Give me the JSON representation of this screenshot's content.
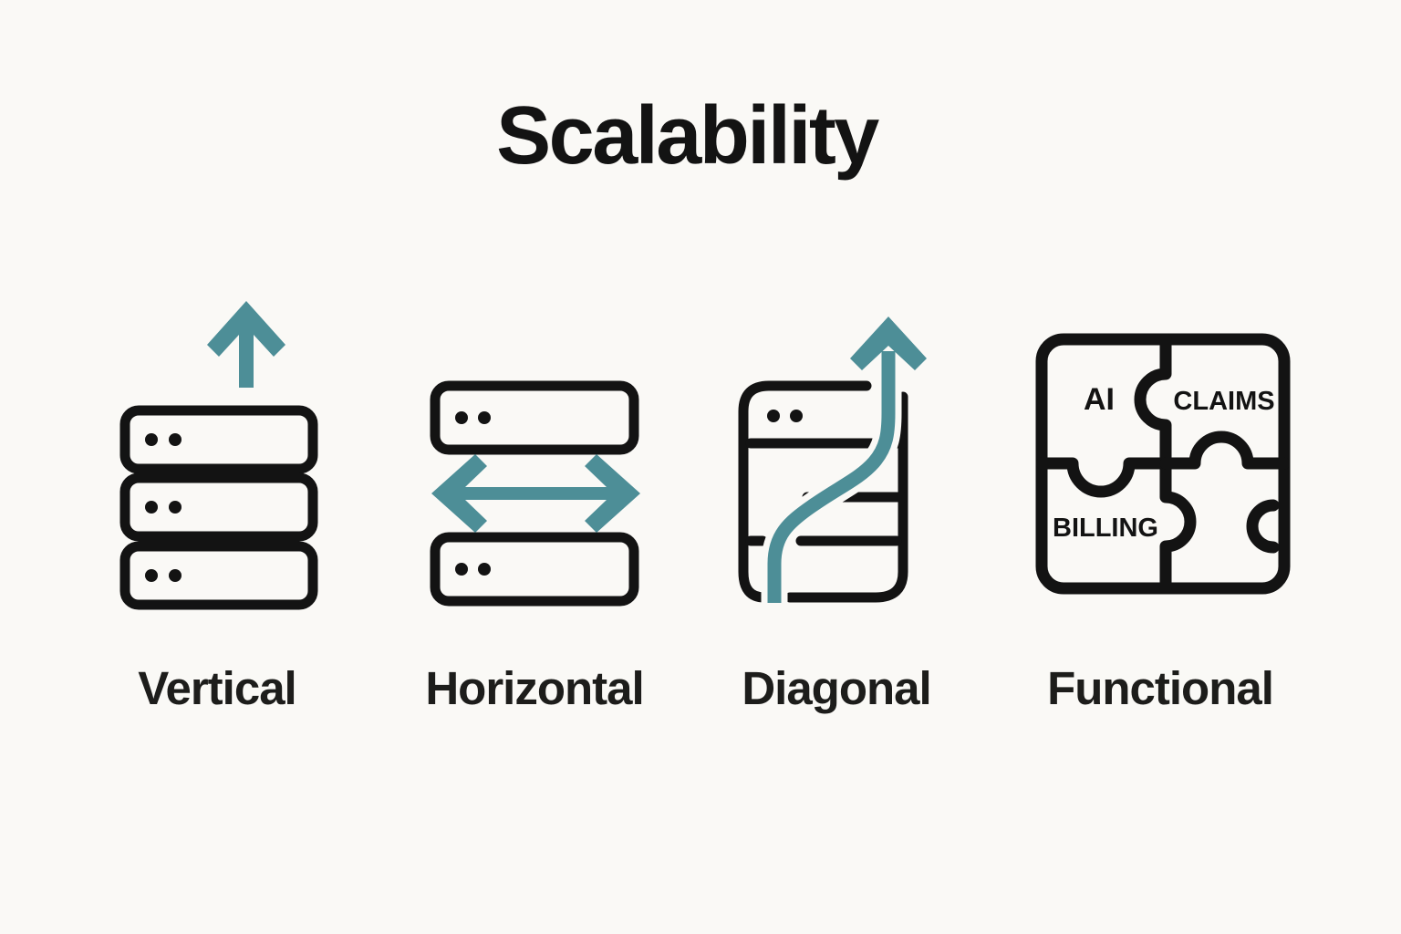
{
  "title": "Scalability",
  "colors": {
    "background": "#faf9f6",
    "ink": "#131313",
    "accent": "#4d8e97"
  },
  "concepts": [
    {
      "label": "Vertical",
      "icon": "server-stack-with-up-arrow"
    },
    {
      "label": "Horizontal",
      "icon": "server-pair-with-left-right-arrow"
    },
    {
      "label": "Diagonal",
      "icon": "server-with-curved-up-arrow"
    },
    {
      "label": "Functional",
      "icon": "puzzle-pieces",
      "puzzle_labels": {
        "top_left": "AI",
        "top_right": "CLAIMS",
        "bottom_left": "BILLING"
      }
    }
  ]
}
